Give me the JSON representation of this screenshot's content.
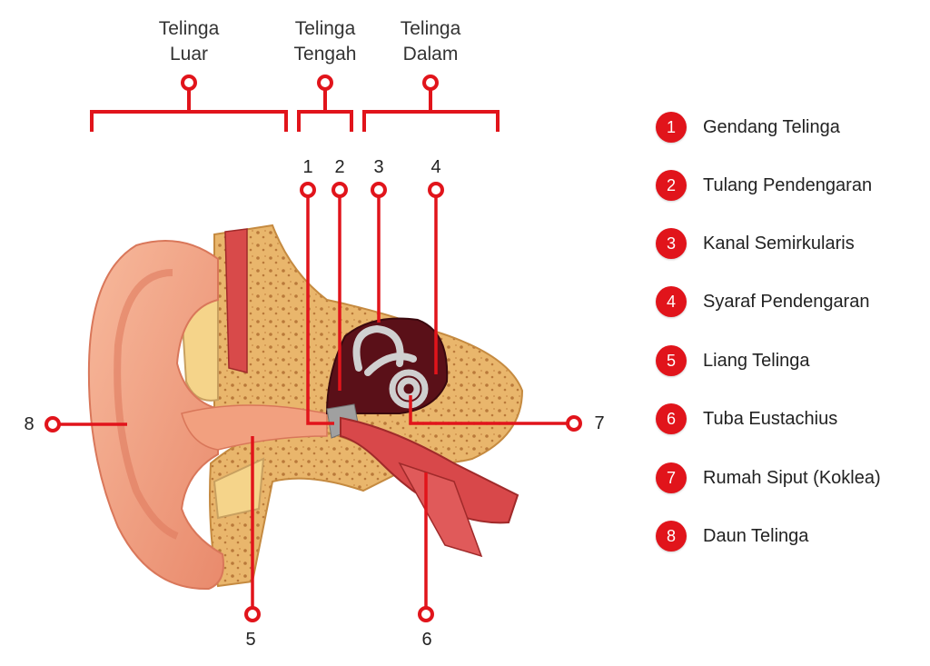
{
  "section_labels": [
    {
      "line1": "Telinga",
      "line2": "Luar"
    },
    {
      "line1": "Telinga",
      "line2": "Tengah"
    },
    {
      "line1": "Telinga",
      "line2": "Dalam"
    }
  ],
  "callout_numbers": {
    "n1": "1",
    "n2": "2",
    "n3": "3",
    "n4": "4",
    "n5": "5",
    "n6": "6",
    "n7": "7",
    "n8": "8"
  },
  "legend": [
    {
      "number": "1",
      "label": "Gendang Telinga"
    },
    {
      "number": "2",
      "label": "Tulang Pendengaran"
    },
    {
      "number": "3",
      "label": "Kanal Semirkularis"
    },
    {
      "number": "4",
      "label": "Syaraf Pendengaran"
    },
    {
      "number": "5",
      "label": "Liang Telinga"
    },
    {
      "number": "6",
      "label": "Tuba Eustachius"
    },
    {
      "number": "7",
      "label": "Rumah Siput (Koklea)"
    },
    {
      "number": "8",
      "label": "Daun Telinga"
    }
  ],
  "colors": {
    "accent": "#e1141b",
    "skin": "#f2a07f",
    "bone": "#e8b46a",
    "muscle": "#d84a4a",
    "inner_ear": "#5a1018"
  }
}
